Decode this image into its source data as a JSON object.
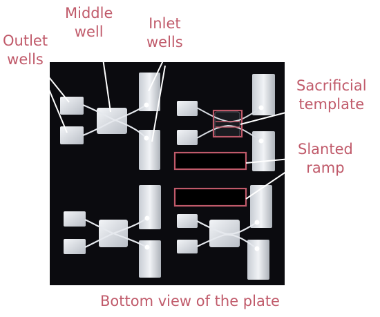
{
  "labels": {
    "outlet_wells": [
      "Outlet",
      "wells"
    ],
    "middle_well": [
      "Middle",
      "well"
    ],
    "inlet_wells": [
      "Inlet",
      "wells"
    ],
    "sacrificial_template": [
      "Sacrificial",
      "template"
    ],
    "slanted_ramp": [
      "Slanted",
      "ramp"
    ]
  },
  "caption": "Bottom view of the plate",
  "colors": {
    "annotation": "#c05a6a",
    "plate": "#0b0b0f",
    "well": "#d9dde2"
  }
}
